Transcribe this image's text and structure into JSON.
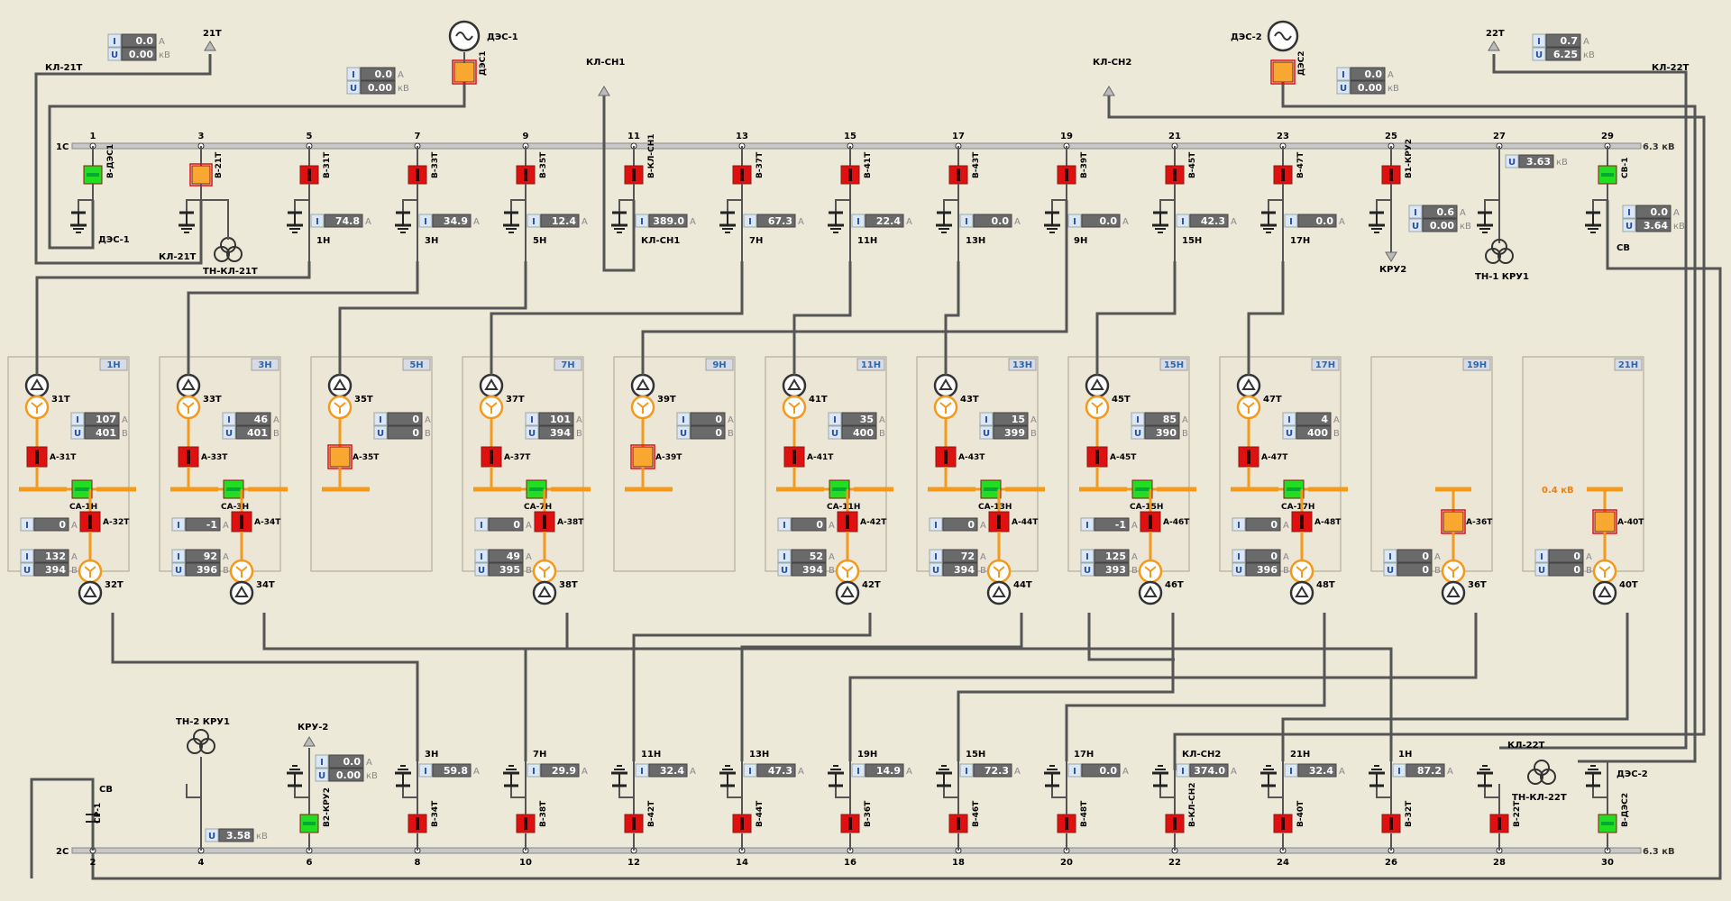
{
  "colors": {
    "background": "#ece9d8",
    "wire": "#555555",
    "orange": "#f39a1c",
    "closed": "#e01010",
    "open": "#22dd22",
    "unknown": "#f8a830",
    "meter_bg": "#6a6a6a",
    "panel": "#ebe6d6"
  },
  "labels": {
    "dg1_name": "ДЭС-1",
    "dg2_name": "ДЭС-2",
    "dg1_sw": "ДЭС1",
    "dg2_sw": "ДЭС2",
    "t21": "21Т",
    "t22": "22Т",
    "kl21": "КЛ-21Т",
    "kl22": "КЛ-22Т",
    "klsn1": "КЛ-СН1",
    "klsn2": "КЛ-СН2",
    "bus1": "1С",
    "bus2": "2С",
    "bus_kv": "6.3 кВ",
    "kv04": "0.4 кВ",
    "des1_bot": "ДЭС-1",
    "kl21t_bot": "КЛ-21Т",
    "tn_kl21t": "ТН-КЛ-21Т",
    "kru2_top": "КРУ2",
    "tn1_kru1": "ТН-1 КРУ1",
    "sv_top": "СВ",
    "tn2_kru1": "ТН-2 КРУ1",
    "kru2_bot": "КРУ-2",
    "sv_bot": "СВ",
    "sr1": "СР-1",
    "kl22t_bot": "КЛ-22Т",
    "tn_kl22t": "ТН-КЛ-22Т",
    "des2_bot": "ДЭС-2",
    "i": "I",
    "u": "U",
    "a": "А",
    "v": "В",
    "kv": "кВ"
  },
  "meters_top": {
    "t21": {
      "i": "0.0",
      "u": "0.00"
    },
    "dg1": {
      "i": "0.0",
      "u": "0.00"
    },
    "dg2": {
      "i": "0.0",
      "u": "0.00"
    },
    "t22": {
      "i": "0.7",
      "u": "6.25"
    },
    "u27": {
      "u": "3.63"
    },
    "kru2": {
      "i": "0.6",
      "u": "0.00"
    },
    "sv1": {
      "i": "0.0",
      "u": "3.64"
    }
  },
  "top_cells": [
    {
      "num": "1",
      "sw": "В-ДЭС1",
      "state": "open"
    },
    {
      "num": "3",
      "sw": "В-21Т",
      "state": "unknown"
    },
    {
      "num": "5",
      "sw": "В-31Т",
      "state": "closed",
      "feeder": "1Н",
      "i": "74.8"
    },
    {
      "num": "7",
      "sw": "В-33Т",
      "state": "closed",
      "feeder": "3Н",
      "i": "34.9"
    },
    {
      "num": "9",
      "sw": "В-35Т",
      "state": "closed",
      "feeder": "5Н",
      "i": "12.4"
    },
    {
      "num": "11",
      "sw": "В-КЛ-СН1",
      "state": "closed",
      "feeder": "КЛ-СН1",
      "i": "389.0"
    },
    {
      "num": "13",
      "sw": "В-37Т",
      "state": "closed",
      "feeder": "7Н",
      "i": "67.3"
    },
    {
      "num": "15",
      "sw": "В-41Т",
      "state": "closed",
      "feeder": "11Н",
      "i": "22.4"
    },
    {
      "num": "17",
      "sw": "В-43Т",
      "state": "closed",
      "feeder": "13Н",
      "i": "0.0"
    },
    {
      "num": "19",
      "sw": "В-39Т",
      "state": "closed",
      "feeder": "9Н",
      "i": "0.0"
    },
    {
      "num": "21",
      "sw": "В-45Т",
      "state": "closed",
      "feeder": "15Н",
      "i": "42.3"
    },
    {
      "num": "23",
      "sw": "В-47Т",
      "state": "closed",
      "feeder": "17Н",
      "i": "0.0"
    },
    {
      "num": "25",
      "sw": "В1-КРУ2",
      "state": "closed"
    },
    {
      "num": "27",
      "sw": "",
      "state": "none"
    },
    {
      "num": "29",
      "sw": "СВ-1",
      "state": "open"
    }
  ],
  "panels": [
    {
      "title": "1Н",
      "tu": "31Т",
      "tl": "32Т",
      "bu": "А-31Т",
      "bl": "А-32Т",
      "bus_state": "closed",
      "ca": "СА-1Н",
      "ca_state": "open",
      "i1": "107",
      "u1": "401",
      "i2": "132",
      "u2": "394",
      "ic": "0"
    },
    {
      "title": "3Н",
      "tu": "33Т",
      "tl": "34Т",
      "bu": "А-33Т",
      "bl": "А-34Т",
      "bus_state": "closed",
      "ca": "СА-3Н",
      "ca_state": "open",
      "i1": "46",
      "u1": "401",
      "i2": "92",
      "u2": "396",
      "ic": "-1"
    },
    {
      "title": "5Н",
      "tu": "35Т",
      "tl": "",
      "bu": "А-35Т",
      "bl": "",
      "bus_state": "unknown",
      "ca": "",
      "ca_state": "none",
      "i1": "0",
      "u1": "0",
      "i2": "",
      "u2": "",
      "ic": ""
    },
    {
      "title": "7Н",
      "tu": "37Т",
      "tl": "38Т",
      "bu": "А-37Т",
      "bl": "А-38Т",
      "bus_state": "closed",
      "ca": "СА-7Н",
      "ca_state": "open",
      "i1": "101",
      "u1": "394",
      "i2": "49",
      "u2": "395",
      "ic": "0"
    },
    {
      "title": "9Н",
      "tu": "39Т",
      "tl": "",
      "bu": "А-39Т",
      "bl": "",
      "bus_state": "unknown",
      "ca": "",
      "ca_state": "none",
      "i1": "0",
      "u1": "0",
      "i2": "",
      "u2": "",
      "ic": ""
    },
    {
      "title": "11Н",
      "tu": "41Т",
      "tl": "42Т",
      "bu": "А-41Т",
      "bl": "А-42Т",
      "bus_state": "closed",
      "ca": "СА-11Н",
      "ca_state": "open",
      "i1": "35",
      "u1": "400",
      "i2": "52",
      "u2": "394",
      "ic": "0"
    },
    {
      "title": "13Н",
      "tu": "43Т",
      "tl": "44Т",
      "bu": "А-43Т",
      "bl": "А-44Т",
      "bus_state": "closed",
      "ca": "СА-13Н",
      "ca_state": "open",
      "i1": "15",
      "u1": "399",
      "i2": "72",
      "u2": "394",
      "ic": "0"
    },
    {
      "title": "15Н",
      "tu": "45Т",
      "tl": "46Т",
      "bu": "А-45Т",
      "bl": "А-46Т",
      "bus_state": "closed",
      "ca": "СА-15Н",
      "ca_state": "open",
      "i1": "85",
      "u1": "390",
      "i2": "125",
      "u2": "393",
      "ic": "-1"
    },
    {
      "title": "17Н",
      "tu": "47Т",
      "tl": "48Т",
      "bu": "А-47Т",
      "bl": "А-48Т",
      "bus_state": "closed",
      "ca": "СА-17Н",
      "ca_state": "open",
      "i1": "4",
      "u1": "400",
      "i2": "0",
      "u2": "396",
      "ic": "0"
    },
    {
      "title": "19Н",
      "tu": "",
      "tl": "36Т",
      "bu": "",
      "bl": "А-36Т",
      "bus_state": "none",
      "ca": "",
      "ca_state": "none",
      "i1": "",
      "u1": "",
      "i2": "0",
      "u2": "0",
      "ic": "",
      "lower_state": "unknown"
    },
    {
      "title": "21Н",
      "tu": "",
      "tl": "40Т",
      "bu": "",
      "bl": "А-40Т",
      "bus_state": "none",
      "ca": "",
      "ca_state": "none",
      "i1": "",
      "u1": "",
      "i2": "0",
      "u2": "0",
      "ic": "",
      "lower_state": "unknown",
      "kv": "0.4 кВ"
    }
  ],
  "bottom_cells": [
    {
      "num": "2",
      "sw": "",
      "state": "none"
    },
    {
      "num": "4",
      "sw": "",
      "state": "none"
    },
    {
      "num": "6",
      "sw": "В2-КРУ2",
      "state": "open"
    },
    {
      "num": "8",
      "sw": "В-34Т",
      "state": "closed",
      "feeder": "3Н",
      "i": "59.8"
    },
    {
      "num": "10",
      "sw": "В-38Т",
      "state": "closed",
      "feeder": "7Н",
      "i": "29.9"
    },
    {
      "num": "12",
      "sw": "В-42Т",
      "state": "closed",
      "feeder": "11Н",
      "i": "32.4"
    },
    {
      "num": "14",
      "sw": "В-44Т",
      "state": "closed",
      "feeder": "13Н",
      "i": "47.3"
    },
    {
      "num": "16",
      "sw": "В-36Т",
      "state": "closed",
      "feeder": "19Н",
      "i": "14.9"
    },
    {
      "num": "18",
      "sw": "В-46Т",
      "state": "closed",
      "feeder": "15Н",
      "i": "72.3"
    },
    {
      "num": "20",
      "sw": "В-48Т",
      "state": "closed",
      "feeder": "17Н",
      "i": "0.0"
    },
    {
      "num": "22",
      "sw": "В-КЛ-СН2",
      "state": "closed",
      "feeder": "КЛ-СН2",
      "i": "374.0"
    },
    {
      "num": "24",
      "sw": "В-40Т",
      "state": "closed",
      "feeder": "21Н",
      "i": "32.4"
    },
    {
      "num": "26",
      "sw": "В-32Т",
      "state": "closed",
      "feeder": "1Н",
      "i": "87.2"
    },
    {
      "num": "28",
      "sw": "В-22Т",
      "state": "closed"
    },
    {
      "num": "30",
      "sw": "В-ДЭС2",
      "state": "open"
    }
  ],
  "meters_bottom": {
    "u4": {
      "u": "3.58"
    },
    "kru2": {
      "i": "0.0",
      "u": "0.00"
    }
  }
}
